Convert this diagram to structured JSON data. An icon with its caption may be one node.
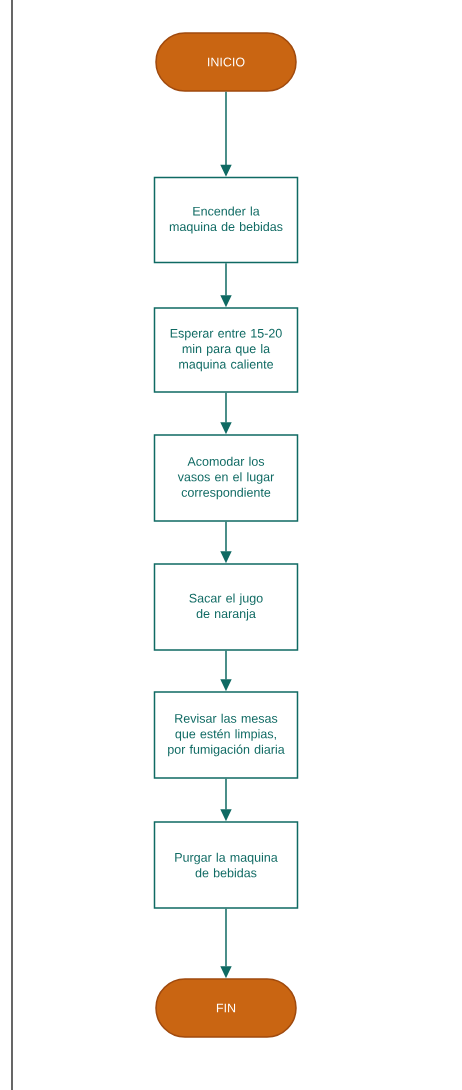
{
  "diagram": {
    "nodes": [
      {
        "text": [
          "INICIO"
        ]
      },
      {
        "text": [
          "Encender la maquina de bebidas"
        ]
      },
      {
        "text": [
          "Esperar entre 15-20 min para que la maquina caliente"
        ]
      },
      {
        "text": [
          "Acomodar los vasos en el lugar correspondiente"
        ]
      },
      {
        "text": [
          "Sacar el jugo de naranja"
        ]
      },
      {
        "text": [
          "Revisar las mesas que estén limpias, por fumigación diaria"
        ]
      },
      {
        "text": [
          "Purgar la maquina de bebidas"
        ]
      },
      {
        "text": [
          "FIN"
        ]
      }
    ],
    "edges": [
      {
        "from": 0,
        "to": 1,
        "arrow": "to"
      },
      {
        "from": 1,
        "to": 2,
        "arrow": "to"
      },
      {
        "from": 2,
        "to": 3,
        "arrow": "to"
      },
      {
        "from": 3,
        "to": 4,
        "arrow": "to"
      },
      {
        "from": 4,
        "to": 5,
        "arrow": "to"
      },
      {
        "from": 5,
        "to": 6,
        "arrow": "to"
      },
      {
        "from": 6,
        "to": 7,
        "arrow": "to"
      }
    ]
  }
}
